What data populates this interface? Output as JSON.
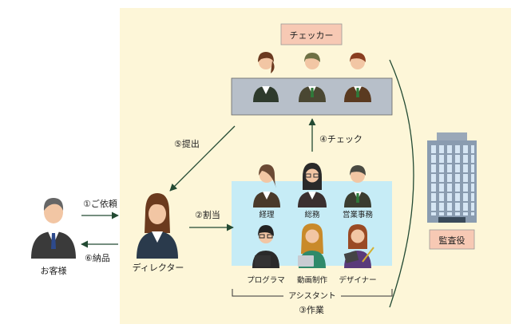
{
  "checker": {
    "title": "チェッカー"
  },
  "client": {
    "label": "お客様"
  },
  "director": {
    "label": "ディレクター"
  },
  "auditor": {
    "label": "監査役"
  },
  "assistants": {
    "group_label": "アシスタント",
    "members": [
      "経理",
      "総務",
      "営業事務",
      "プログラマ",
      "動画制作",
      "デザイナー"
    ]
  },
  "steps": {
    "request": "①ご依頼",
    "assign": "②割当",
    "work": "③作業",
    "check": "④チェック",
    "submit": "⑤提出",
    "deliver": "⑥納品"
  },
  "colors": {
    "background_panel": "#fdf6d8",
    "checker_bar": "#b7bfc9",
    "assistant_box": "#c6ecf6",
    "label_box": "#f7c9b4",
    "arrow": "#234a33",
    "suit_dark": "#2a3a4c",
    "suit_olive": "#3b3d30",
    "tie_blue": "#2d4a8c"
  }
}
